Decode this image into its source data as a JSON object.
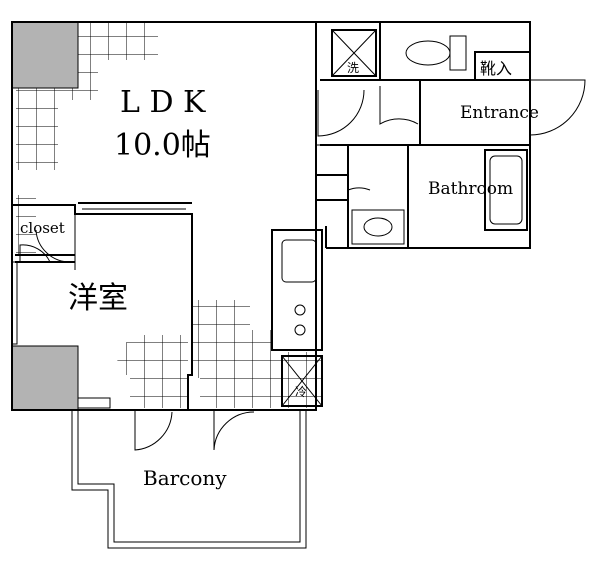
{
  "rooms": {
    "ldk_label": "L D K",
    "ldk_size": "10.0帖",
    "western_room": "洋室",
    "closet": "closet",
    "bathroom": "Bathroom",
    "entrance": "Entrance",
    "shoe_storage": "靴入",
    "barcony": "Barcony"
  },
  "appliances": {
    "washer_mark": "洗",
    "fridge_mark": "冷"
  },
  "colors": {
    "wall": "#000000",
    "pillar": "#b3b3b3",
    "background": "#ffffff"
  }
}
